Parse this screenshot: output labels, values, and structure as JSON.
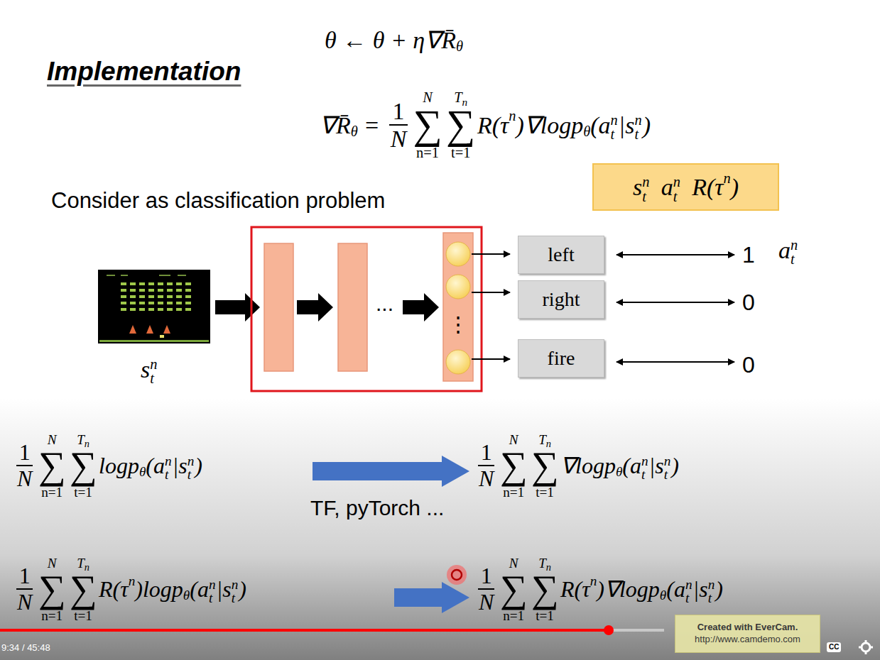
{
  "diagram": {
    "title": "Implementation",
    "nodes": [
      {
        "text": [
          "s",
          "t",
          "n",
          "a",
          "t",
          "n",
          "R(τ",
          "n",
          ")"
        ]
      },
      {
        "text": [
          "left"
        ]
      },
      {
        "text": [
          "right"
        ]
      },
      {
        "text": [
          "fire"
        ]
      },
      {
        "text": [
          "Created with EverCam.",
          "http://www.camdemo.com"
        ]
      }
    ],
    "labels": [
      "θ ← θ + η∇R̄",
      "θ",
      "∇R̄",
      "θ",
      "=",
      "1",
      "N",
      "N",
      "∑",
      "n=1",
      "T",
      "n",
      "∑",
      "t=1",
      "R(τ",
      "n",
      ")∇logp",
      "θ",
      "(a",
      "t",
      "n",
      "|s",
      "t",
      "n",
      ")",
      "Consider as classification problem",
      "s",
      "t",
      "n",
      "...",
      "⋮",
      "1",
      "0",
      "0",
      "a",
      "t",
      "n",
      "1",
      "N",
      "N",
      "∑",
      "n=1",
      "T",
      "n",
      "∑",
      "t=1",
      "logp",
      "θ",
      "(a",
      "t",
      "n",
      "|s",
      "t",
      "n",
      ")",
      "TF, pyTorch ...",
      "1",
      "N",
      "N",
      "∑",
      "n=1",
      "T",
      "n",
      "∑",
      "t=1",
      "∇logp",
      "θ",
      "(a",
      "t",
      "n",
      "|s",
      "t",
      "n",
      ")",
      "1",
      "N",
      "N",
      "∑",
      "n=1",
      "T",
      "n",
      "∑",
      "t=1",
      "R(τ",
      "n",
      ")logp",
      "θ",
      "(a",
      "t",
      "n",
      "|s",
      "t",
      "n",
      ")",
      "1",
      "N",
      "N",
      "∑",
      "n=1",
      "T",
      "n",
      "∑",
      "t=1",
      "R(τ",
      "n",
      ")∇logp",
      "θ",
      "(a",
      "t",
      "n",
      "|s",
      "t",
      "n",
      ")",
      "9:34 / 45:48",
      "CC"
    ]
  }
}
